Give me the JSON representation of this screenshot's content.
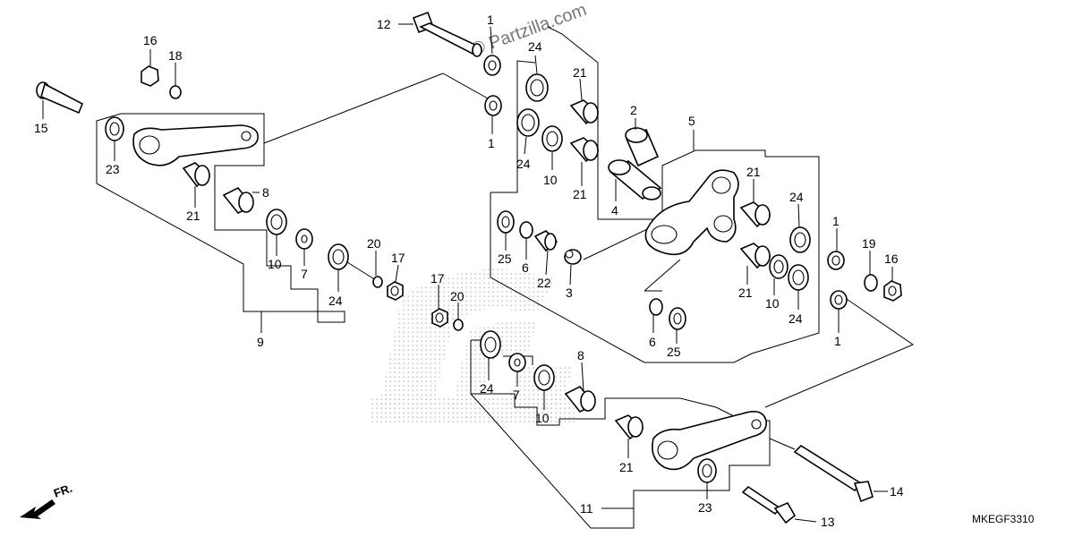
{
  "diagram": {
    "code": "MKEGF3310",
    "watermark": "© Partzilla.com",
    "direction_label": "FR.",
    "labels": {
      "l12": "12",
      "l1a": "1",
      "l24a": "24",
      "l21a": "21",
      "l16a": "16",
      "l18": "18",
      "l15": "15",
      "l1b": "1",
      "l24b": "24",
      "l10a": "10",
      "l21b": "21",
      "l2": "2",
      "l4": "4",
      "l5": "5",
      "l21c": "21",
      "l24c": "24",
      "l1c": "1",
      "l19": "19",
      "l16b": "16",
      "l23a": "23",
      "l21d": "21",
      "l8a": "8",
      "l10b": "10",
      "l7a": "7",
      "l20a": "20",
      "l17a": "17",
      "l24d": "24",
      "l9": "9",
      "l25a": "25",
      "l6a": "6",
      "l22": "22",
      "l3": "3",
      "l21e": "21",
      "l10c": "10",
      "l24e": "24",
      "l1d": "1",
      "l6b": "6",
      "l25b": "25",
      "l17b": "17",
      "l20b": "20",
      "l24f": "24",
      "l7b": "7",
      "l10d": "10",
      "l8b": "8",
      "l21f": "21",
      "l14": "14",
      "l23b": "23",
      "l11": "11",
      "l13": "13"
    }
  }
}
